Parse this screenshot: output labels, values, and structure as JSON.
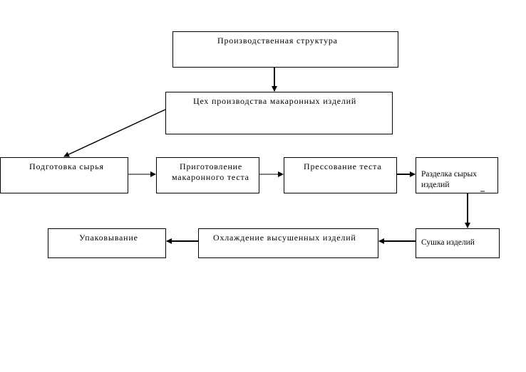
{
  "diagram": {
    "nodes": [
      {
        "id": "production-structure",
        "label": "Производственная структура"
      },
      {
        "id": "pasta-workshop",
        "label": "Цех производства макаронных изделий"
      },
      {
        "id": "raw-preparation",
        "label": "Подготовка сырья"
      },
      {
        "id": "dough-preparation",
        "label_lines": [
          "Приготовление",
          "макаронного теста"
        ]
      },
      {
        "id": "dough-pressing",
        "label": "Прессование теста"
      },
      {
        "id": "cutting",
        "label_lines": [
          "Разделка сырых",
          "изделий"
        ]
      },
      {
        "id": "drying",
        "label": "Сушка изделий"
      },
      {
        "id": "cooling",
        "label": "Охлаждение высушенных изделий"
      },
      {
        "id": "packing",
        "label": "Упаковывание"
      }
    ],
    "edges": [
      {
        "from": "production-structure",
        "to": "pasta-workshop"
      },
      {
        "from": "pasta-workshop",
        "to": "raw-preparation"
      },
      {
        "from": "raw-preparation",
        "to": "dough-preparation"
      },
      {
        "from": "dough-preparation",
        "to": "dough-pressing"
      },
      {
        "from": "dough-pressing",
        "to": "cutting"
      },
      {
        "from": "cutting",
        "to": "drying"
      },
      {
        "from": "drying",
        "to": "cooling"
      },
      {
        "from": "cooling",
        "to": "packing"
      }
    ]
  }
}
